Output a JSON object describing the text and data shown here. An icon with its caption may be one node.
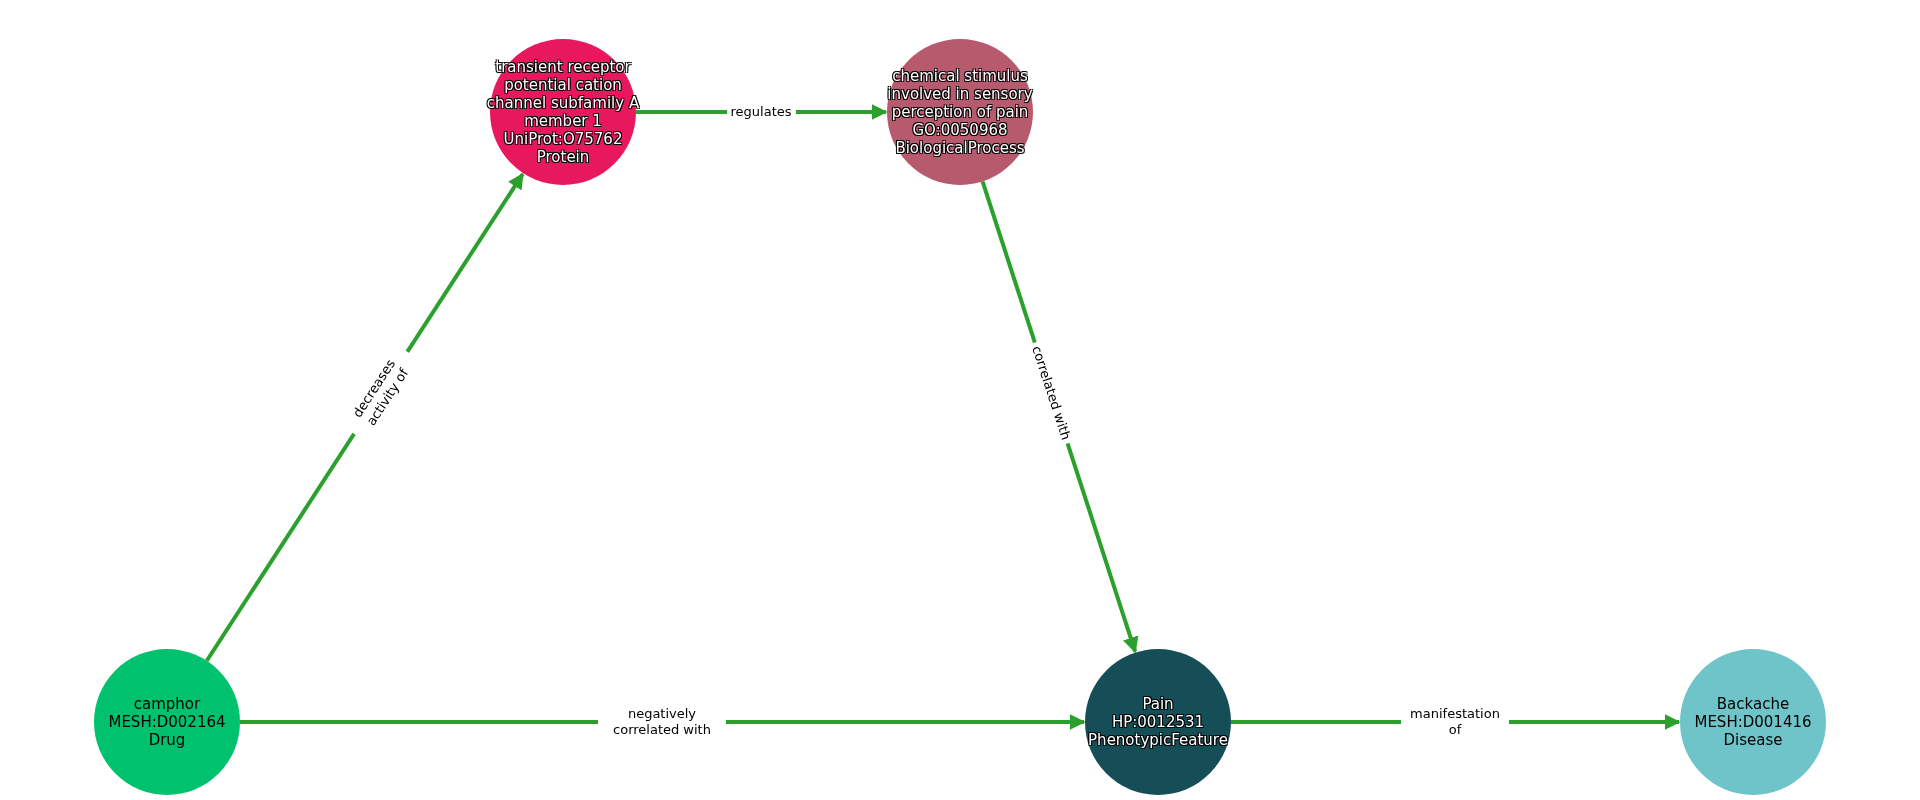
{
  "diagram": {
    "nodes": [
      {
        "text": [
          "transient receptor potential cation channel subfamily A member 1",
          "UniProt:O75762",
          "Protein"
        ]
      },
      {
        "text": [
          "chemical stimulus involved in sensory perception of pain",
          "GO:0050968",
          "BiologicalProcess"
        ]
      },
      {
        "text": [
          "camphor",
          "MESH:D002164",
          "Drug"
        ]
      },
      {
        "text": [
          "Pain",
          "HP:0012531",
          "PhenotypicFeature"
        ]
      },
      {
        "text": [
          "Backache",
          "MESH:D001416",
          "Disease"
        ]
      }
    ],
    "edges": [
      {
        "from": 2,
        "to": 0,
        "arrow": "to",
        "label": "decreases activity of"
      },
      {
        "from": 0,
        "to": 1,
        "arrow": "to",
        "label": "regulates"
      },
      {
        "from": 1,
        "to": 3,
        "arrow": "to",
        "label": "correlated with"
      },
      {
        "from": 2,
        "to": 3,
        "arrow": "to",
        "label": "negatively correlated with"
      },
      {
        "from": 3,
        "to": 4,
        "arrow": "to",
        "label": "manifestation of"
      }
    ]
  }
}
